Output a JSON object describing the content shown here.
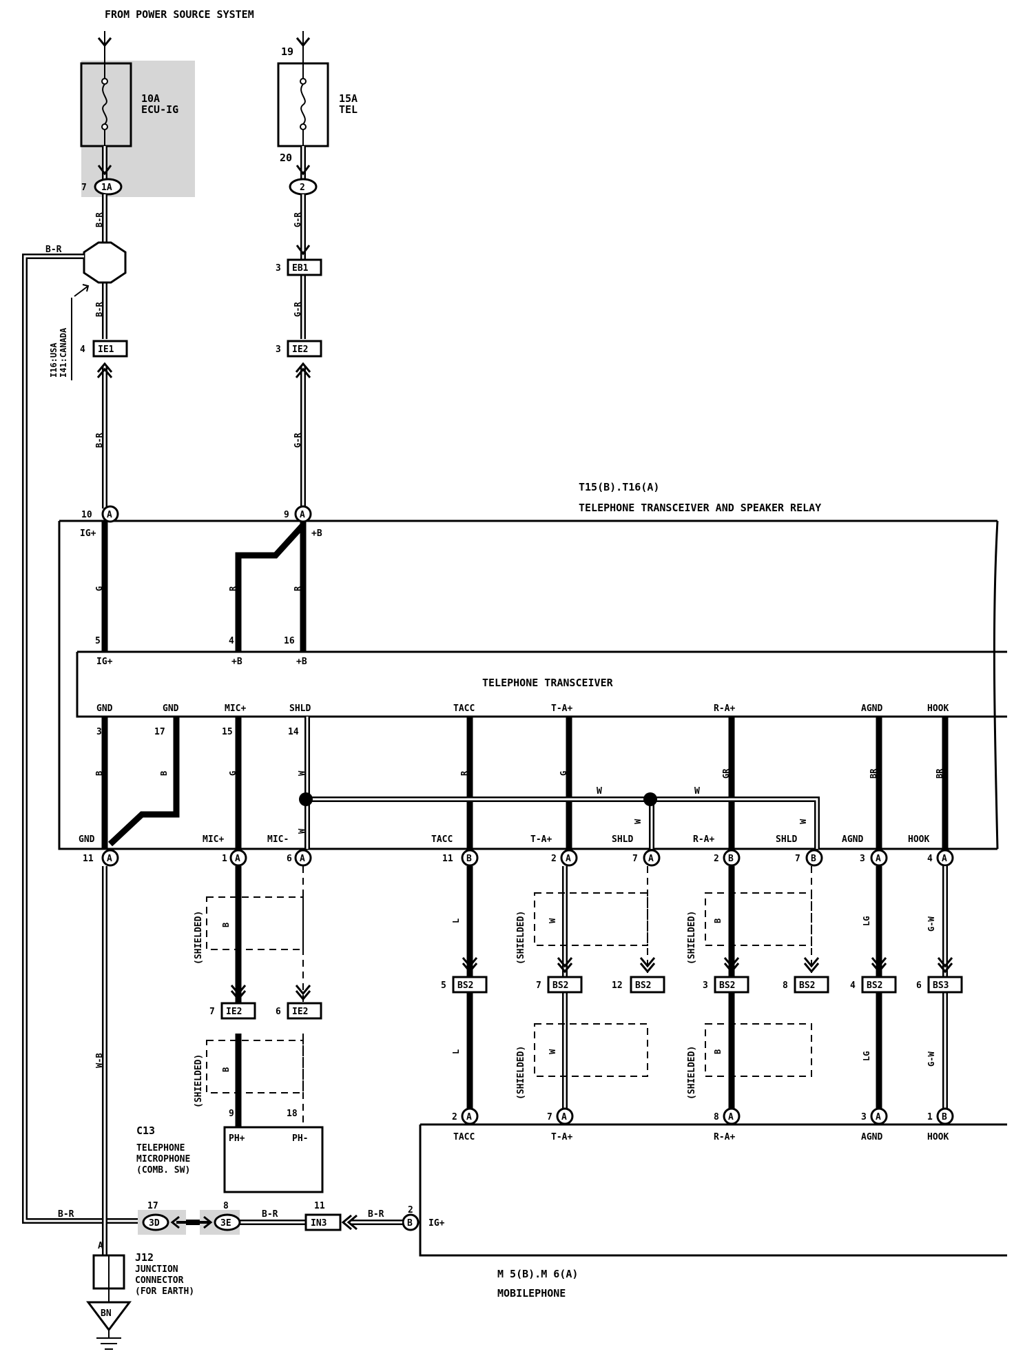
{
  "source": "FROM POWER SOURCE SYSTEM",
  "fuses": [
    {
      "rating": "10A",
      "name": "ECU-IG",
      "in_pin": "",
      "out_pin": ""
    },
    {
      "rating": "15A",
      "name": "TEL",
      "in_pin": "19",
      "out_pin": "20"
    }
  ],
  "connectors": {
    "fuse1_out": {
      "pin": "7",
      "id": "1A"
    },
    "fuse2_out": {
      "id": "2"
    },
    "eb1": {
      "pin": "3",
      "id": "EB1"
    },
    "ie1": {
      "pin": "4",
      "id": "IE1"
    },
    "ie2_top": {
      "pin": "3",
      "id": "IE2"
    },
    "junction_note": [
      "I16:USA",
      "I41:CANADA"
    ]
  },
  "relay": {
    "title_ids": "T15(B).T16(A)",
    "title": "TELEPHONE TRANSCEIVER AND SPEAKER RELAY",
    "top_pins": [
      {
        "num": "10",
        "conn": "A",
        "label": "IG+"
      },
      {
        "num": "9",
        "conn": "A",
        "label": "+B"
      }
    ],
    "inner_pins": [
      {
        "num": "5",
        "label": "IG+"
      },
      {
        "num": "4",
        "label": "+B"
      },
      {
        "num": "16",
        "label": "+B"
      }
    ]
  },
  "transceiver": {
    "title": "TELEPHONE TRANSCEIVER",
    "terminals": [
      {
        "label": "GND",
        "pin": "3"
      },
      {
        "label": "GND",
        "pin": "17"
      },
      {
        "label": "MIC+",
        "pin": "15"
      },
      {
        "label": "SHLD",
        "pin": "14"
      },
      {
        "label": "TACC",
        "pin": ""
      },
      {
        "label": "T-A+",
        "pin": ""
      },
      {
        "label": "R-A+",
        "pin": ""
      },
      {
        "label": "AGND",
        "pin": ""
      },
      {
        "label": "HOOK",
        "pin": ""
      }
    ]
  },
  "bottom_relay_pins": [
    {
      "label": "GND",
      "num": "11",
      "conn": "A"
    },
    {
      "label": "MIC+",
      "num": "1",
      "conn": "A"
    },
    {
      "label": "MIC-",
      "num": "6",
      "conn": "A"
    },
    {
      "label": "TACC",
      "num": "11",
      "conn": "B"
    },
    {
      "label": "T-A+",
      "num": "2",
      "conn": "A"
    },
    {
      "label": "SHLD",
      "num": "7",
      "conn": "A"
    },
    {
      "label": "R-A+",
      "num": "2",
      "conn": "B"
    },
    {
      "label": "SHLD",
      "num": "7",
      "conn": "B"
    },
    {
      "label": "AGND",
      "num": "3",
      "conn": "A"
    },
    {
      "label": "HOOK",
      "num": "4",
      "conn": "A"
    }
  ],
  "wire_colors": {
    "br": "B-R",
    "gr": "G-R",
    "g": "G",
    "r": "R",
    "b": "B",
    "w": "W",
    "grn": "GR",
    "brn": "BR",
    "l": "L",
    "lg": "LG",
    "gw": "G-W",
    "wb": "W-B"
  },
  "shielded": "(SHIELDED)",
  "mid_connectors": [
    {
      "pin": "5",
      "id": "BS2"
    },
    {
      "pin": "7",
      "id": "BS2"
    },
    {
      "pin": "12",
      "id": "BS2"
    },
    {
      "pin": "3",
      "id": "BS2"
    },
    {
      "pin": "8",
      "id": "BS2"
    },
    {
      "pin": "4",
      "id": "BS2"
    },
    {
      "pin": "6",
      "id": "BS3"
    },
    {
      "pin": "7",
      "id": "IE2"
    },
    {
      "pin": "6",
      "id": "IE2"
    }
  ],
  "microphone": {
    "id": "C13",
    "name": [
      "TELEPHONE",
      "MICROPHONE",
      "(COMB. SW)"
    ],
    "pins": [
      {
        "num": "9",
        "label": "PH+"
      },
      {
        "num": "18",
        "label": "PH-"
      }
    ]
  },
  "mobilephone": {
    "ids": "M 5(B).M 6(A)",
    "name": "MOBILEPHONE",
    "pins": [
      {
        "num": "2",
        "conn": "A",
        "label": "TACC"
      },
      {
        "num": "7",
        "conn": "A",
        "label": "T-A+"
      },
      {
        "num": "8",
        "conn": "A",
        "label": "R-A+"
      },
      {
        "num": "3",
        "conn": "A",
        "label": "AGND"
      },
      {
        "num": "1",
        "conn": "B",
        "label": "HOOK"
      },
      {
        "num": "2",
        "conn": "B",
        "label": "IG+"
      }
    ]
  },
  "bottom_connectors": [
    {
      "pin": "17",
      "id": "3D"
    },
    {
      "pin": "8",
      "id": "3E"
    },
    {
      "pin": "11",
      "id": "IN3"
    }
  ],
  "junction": {
    "id": "J12",
    "name": [
      "JUNCTION",
      "CONNECTOR",
      "(FOR EARTH)"
    ],
    "pin": "A",
    "ground": "BN"
  }
}
